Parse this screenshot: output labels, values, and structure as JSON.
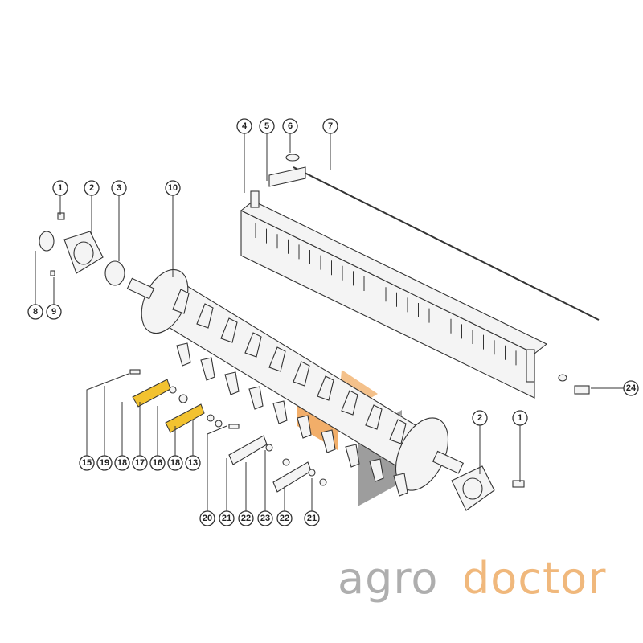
{
  "diagram": {
    "title": "Feeder rotor assembly exploded parts diagram",
    "callouts": [
      "1",
      "2",
      "3",
      "10",
      "4",
      "5",
      "6",
      "7",
      "8",
      "9",
      "24",
      "15",
      "19",
      "18",
      "17",
      "16",
      "18",
      "13",
      "20",
      "21",
      "22",
      "23",
      "22",
      "21",
      "2",
      "1"
    ],
    "highlight_color": "#f2c230",
    "accent_color": "#f0a050"
  },
  "watermark": {
    "line1": "agro",
    "line2": "doctor"
  }
}
